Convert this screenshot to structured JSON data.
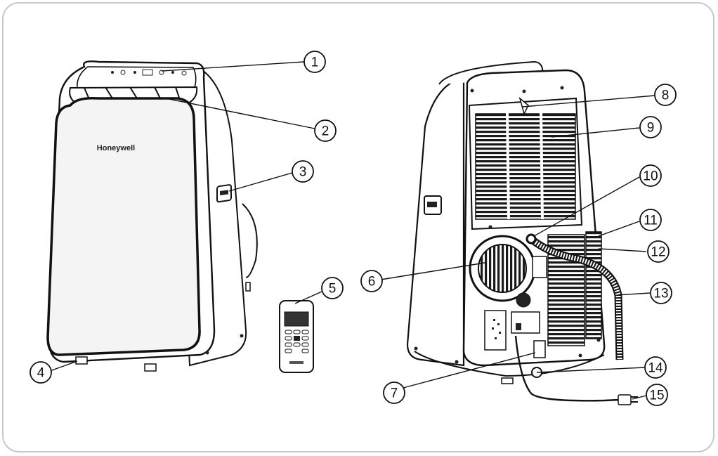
{
  "brand": "Honeywell",
  "callouts": [
    "1",
    "2",
    "3",
    "4",
    "5",
    "6",
    "7",
    "8",
    "9",
    "10",
    "11",
    "12",
    "13",
    "14",
    "15"
  ]
}
